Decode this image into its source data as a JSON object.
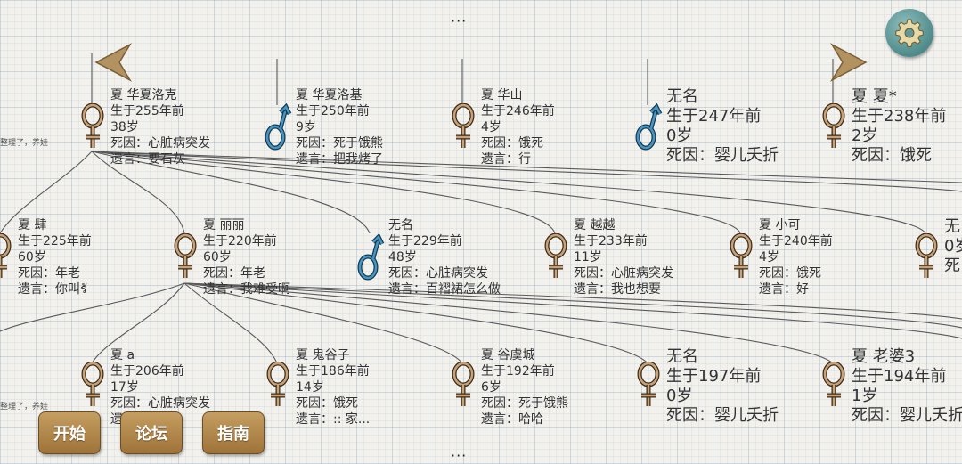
{
  "ellipsis_top": "···",
  "ellipsis_bottom": "···",
  "notes": [
    "整理了，养娃",
    "整理了，养娃"
  ],
  "buttons": {
    "start": "开始",
    "forum": "论坛",
    "guide": "指南"
  },
  "row1": [
    {
      "name": "夏 华夏洛克",
      "born": "生于255年前",
      "age": "38岁",
      "cause": "死因：心脏病突发",
      "will": "遗言：要石灰"
    },
    {
      "name": "夏 华夏洛基",
      "born": "生于250年前",
      "age": "9岁",
      "cause": "死因：死于饿熊",
      "will": "遗言：把我烤了"
    },
    {
      "name": "夏 华山",
      "born": "生于246年前",
      "age": "4岁",
      "cause": "死因：饿死",
      "will": "遗言：行"
    },
    {
      "name": "无名",
      "born": "生于247年前",
      "age": "0岁",
      "cause": "死因：婴儿夭折"
    },
    {
      "name": "夏 夏*",
      "born": "生于238年前",
      "age": "2岁",
      "cause": "死因：饿死"
    }
  ],
  "row2": [
    {
      "name": "夏 肆",
      "born": "生于225年前",
      "age": "60岁",
      "cause": "死因：年老",
      "will": "遗言：你叫รั"
    },
    {
      "name": "夏 丽丽",
      "born": "生于220年前",
      "age": "60岁",
      "cause": "死因：年老",
      "will": "遗言：我难受啊"
    },
    {
      "name": "无名",
      "born": "生于229年前",
      "age": "48岁",
      "cause": "死因：心脏病突发",
      "will": "遗言：百褶裙怎么做"
    },
    {
      "name": "夏 越越",
      "born": "生于233年前",
      "age": "11岁",
      "cause": "死因：心脏病突发",
      "will": "遗言：我也想要"
    },
    {
      "name": "夏 小可",
      "born": "生于240年前",
      "age": "4岁",
      "cause": "死因：饿死",
      "will": "遗言：好"
    },
    {
      "name": "无",
      "born": "",
      "age": "0岁",
      "cause": "死"
    }
  ],
  "row3": [
    {
      "name": "夏 a",
      "born": "生于206年前",
      "age": "17岁",
      "cause": "死因：心脏病突发",
      "will": "遗"
    },
    {
      "name": "夏 鬼谷子",
      "born": "生于186年前",
      "age": "14岁",
      "cause": "死因：饿死",
      "will": "遗言：:: 家..."
    },
    {
      "name": "夏 谷虞城",
      "born": "生于192年前",
      "age": "6岁",
      "cause": "死因：死于饿熊",
      "will": "遗言：哈哈"
    },
    {
      "name": "无名",
      "born": "生于197年前",
      "age": "0岁",
      "cause": "死因：婴儿夭折"
    },
    {
      "name": "夏 老婆3",
      "born": "生于194年前",
      "age": "1岁",
      "cause": "死因：婴儿夭折"
    }
  ],
  "colors": {
    "female": "#8a6a44",
    "male": "#2f6f96",
    "arrow": "#b29260",
    "line": "#5a5a5a"
  }
}
